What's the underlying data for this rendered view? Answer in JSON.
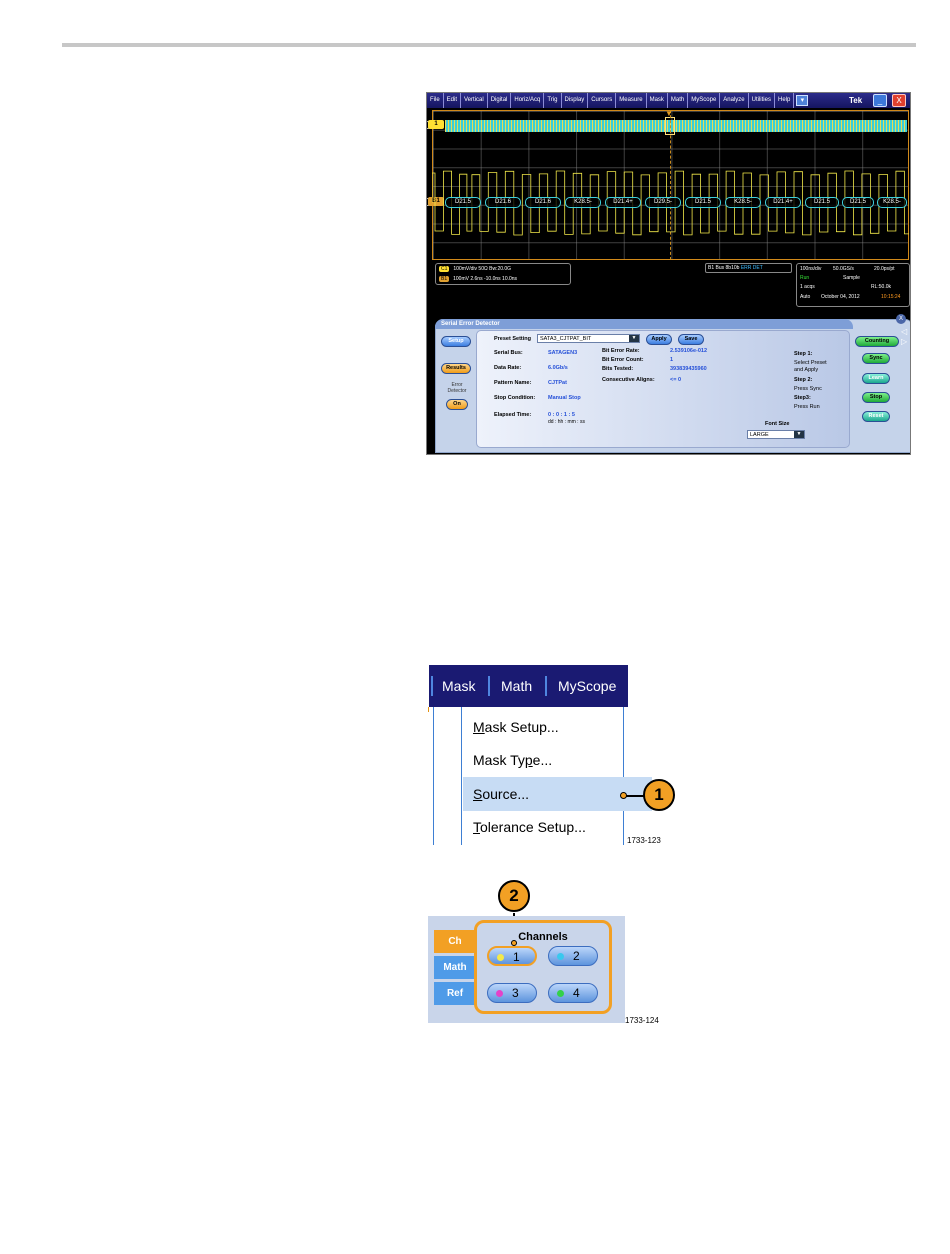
{
  "scope": {
    "menu_items": [
      "File",
      "Edit",
      "Vertical",
      "Digital",
      "Horiz/Acq",
      "Trig",
      "Display",
      "Cursors",
      "Measure",
      "Mask",
      "Math",
      "MyScope",
      "Analyze",
      "Utilities",
      "Help"
    ],
    "dropdown_glyph": "▾",
    "brand": "Tek",
    "minimize_glyph": "_",
    "close_glyph": "X",
    "ch1_marker": "1",
    "bus_marker": "B1",
    "bus_symbols": [
      "D21.5",
      "D21.6",
      "D21.6",
      "K28.5-",
      "D21.4+",
      "D29.5-",
      "D21.5",
      "K28.5-",
      "D21.4+",
      "D21.5",
      "D21.5",
      "K28.5-"
    ],
    "readout_row1": "100mV/div     50Ω  Bw:20.0G",
    "readout_row2": "100mV  2.6ns    -10.0ns  10.0ns",
    "tag_c1": "C1",
    "tag_b1": "B1",
    "bus_readout_label": "B1 Bus 8b10b",
    "bus_readout_err": "ERR DET",
    "acq": {
      "scale": "100ns/div",
      "rate": "50.0GS/s",
      "res": "20.0ps/pt",
      "state": "Run",
      "mode": "Sample",
      "acqs": "1 acqs",
      "rl": "RL:50.0k",
      "trigger": "Auto",
      "date": "October 04, 2012",
      "time": "10:15:24"
    },
    "panel": {
      "title": "Serial Error Detector",
      "setup_btn": "Setup",
      "results_btn": "Results",
      "error_detector_label": "Error Detector",
      "on_btn": "On",
      "preset_label": "Preset Setting",
      "preset_value": "SATA3_CJTPAT_BIT",
      "apply_btn": "Apply",
      "save_btn": "Save",
      "serial_bus_label": "Serial Bus:",
      "serial_bus_value": "SATAGEN3",
      "data_rate_label": "Data Rate:",
      "data_rate_value": "6.0Gb/s",
      "pattern_label": "Pattern Name:",
      "pattern_value": "CJTPat",
      "stop_label": "Stop Condition:",
      "stop_value": "Manual Stop",
      "elapsed_label": "Elapsed Time:",
      "elapsed_value": "0 : 0 : 1 : 5",
      "elapsed_format": "dd : hh : mm : ss",
      "ber_label": "Bit Error Rate:",
      "ber_value": "2.539106e-012",
      "bec_label": "Bit Error Count:",
      "bec_value": "1",
      "bits_label": "Bits Tested:",
      "bits_value": "393839435960",
      "cons_label": "Consecutive Aligns:",
      "cons_value": "<= 0",
      "step1": "Step 1:",
      "step1_text_a": "Select Preset",
      "step1_text_b": "and Apply",
      "step2": "Step 2:",
      "step2_text": "Press Sync",
      "step3": "Step3:",
      "step3_text": "Press Run",
      "font_size_label": "Font Size",
      "font_size_value": "LARGE",
      "counting_btn": "Counting",
      "sync_btn": "Sync",
      "learn_btn": "Learn",
      "stop_btn": "Stop",
      "reset_btn": "Reset",
      "close_glyph": "X"
    }
  },
  "mask_menu": {
    "bar_items": [
      "Mask",
      "Math",
      "MyScope"
    ],
    "options": [
      {
        "accel": "M",
        "rest": "ask Setup..."
      },
      {
        "pre": "Mask Ty",
        "accel": "p",
        "rest": "e..."
      },
      {
        "accel": "S",
        "rest": "ource..."
      },
      {
        "accel": "T",
        "rest": "olerance Setup..."
      }
    ],
    "callout": "1",
    "figure_id": "1733-123"
  },
  "channels_panel": {
    "tabs": [
      "Ch",
      "Math",
      "Ref"
    ],
    "title": "Channels",
    "buttons": [
      {
        "label": "1",
        "led": "#f3e94a"
      },
      {
        "label": "2",
        "led": "#39c8ee"
      },
      {
        "label": "3",
        "led": "#e442c9"
      },
      {
        "label": "4",
        "led": "#33d14a"
      }
    ],
    "callout": "2",
    "figure_id": "1733-124"
  },
  "colors": {
    "ch1": "#f3e94a",
    "bus_outline": "#3ed1dd",
    "callout": "#f2a024",
    "menu_bar": "#1a1a72",
    "highlight": "#c7dcf4"
  }
}
